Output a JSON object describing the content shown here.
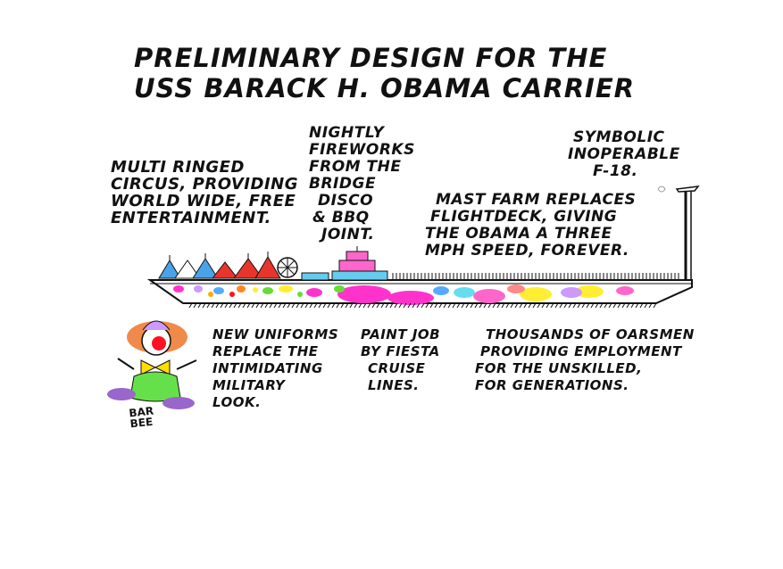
{
  "title": {
    "line1": "PRELIMINARY DESIGN FOR THE",
    "line2": "USS BARACK H. OBAMA CARRIER"
  },
  "captions": {
    "circus": [
      "MULTI RINGED",
      "CIRCUS, PROVIDING",
      "WORLD WIDE, FREE",
      "ENTERTAINMENT."
    ],
    "fireworks": [
      "NIGHTLY",
      "FIREWORKS",
      "FROM THE",
      "BRIDGE",
      "DISCO",
      "& BBQ",
      "JOINT."
    ],
    "mast": [
      "MAST FARM REPLACES",
      "FLIGHTDECK, GIVING",
      "THE OBAMA A THREE",
      "MPH SPEED, FOREVER."
    ],
    "f18": [
      "SYMBOLIC",
      "INOPERABLE",
      "F-18."
    ],
    "uniforms": [
      "NEW UNIFORMS",
      "REPLACE THE",
      "INTIMIDATING",
      "MILITARY",
      "LOOK."
    ],
    "paint": [
      "PAINT JOB",
      "BY FIESTA",
      "CRUISE",
      "LINES."
    ],
    "oarsmen": [
      "THOUSANDS OF OARSMEN",
      "PROVIDING EMPLOYMENT",
      "FOR THE UNSKILLED,",
      "FOR GENERATIONS."
    ]
  },
  "signature": {
    "line1": "BAR",
    "line2": "BEE"
  },
  "colors": {
    "ink": "#111111",
    "tent_red": "#e8352c",
    "tent_blue": "#4aa3e8",
    "polka_magenta": "#ff33cc",
    "polka_yellow": "#ffee33",
    "polka_green": "#66dd33",
    "polka_blue": "#55aaff",
    "clown_hair": "#f08a4b",
    "clown_nose": "#ff1122",
    "clown_bowtie": "#ffdd00",
    "clown_suit": "#66e04a",
    "clown_shoes": "#9966cc"
  }
}
